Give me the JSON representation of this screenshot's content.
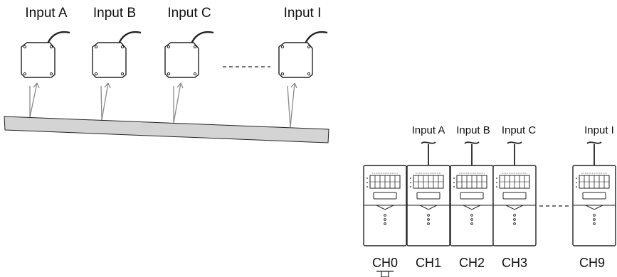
{
  "sensor_inputs": [
    {
      "label": "Input A"
    },
    {
      "label": "Input B"
    },
    {
      "label": "Input C"
    },
    {
      "label": "Input I"
    }
  ],
  "amplifier_inputs": [
    "Input A",
    "Input B",
    "Input C",
    "Input I"
  ],
  "channels": [
    "CH0",
    "CH1",
    "CH2",
    "CH3",
    "CH9"
  ],
  "icons": {
    "sensor": "displacement-sensor-icon",
    "amplifier": "amplifier-unit-icon",
    "output": "down-arrow-icon"
  },
  "colors": {
    "line": "#222222",
    "workpiece_fill": "#d4d4d4",
    "beam": "#8a8a8a"
  }
}
